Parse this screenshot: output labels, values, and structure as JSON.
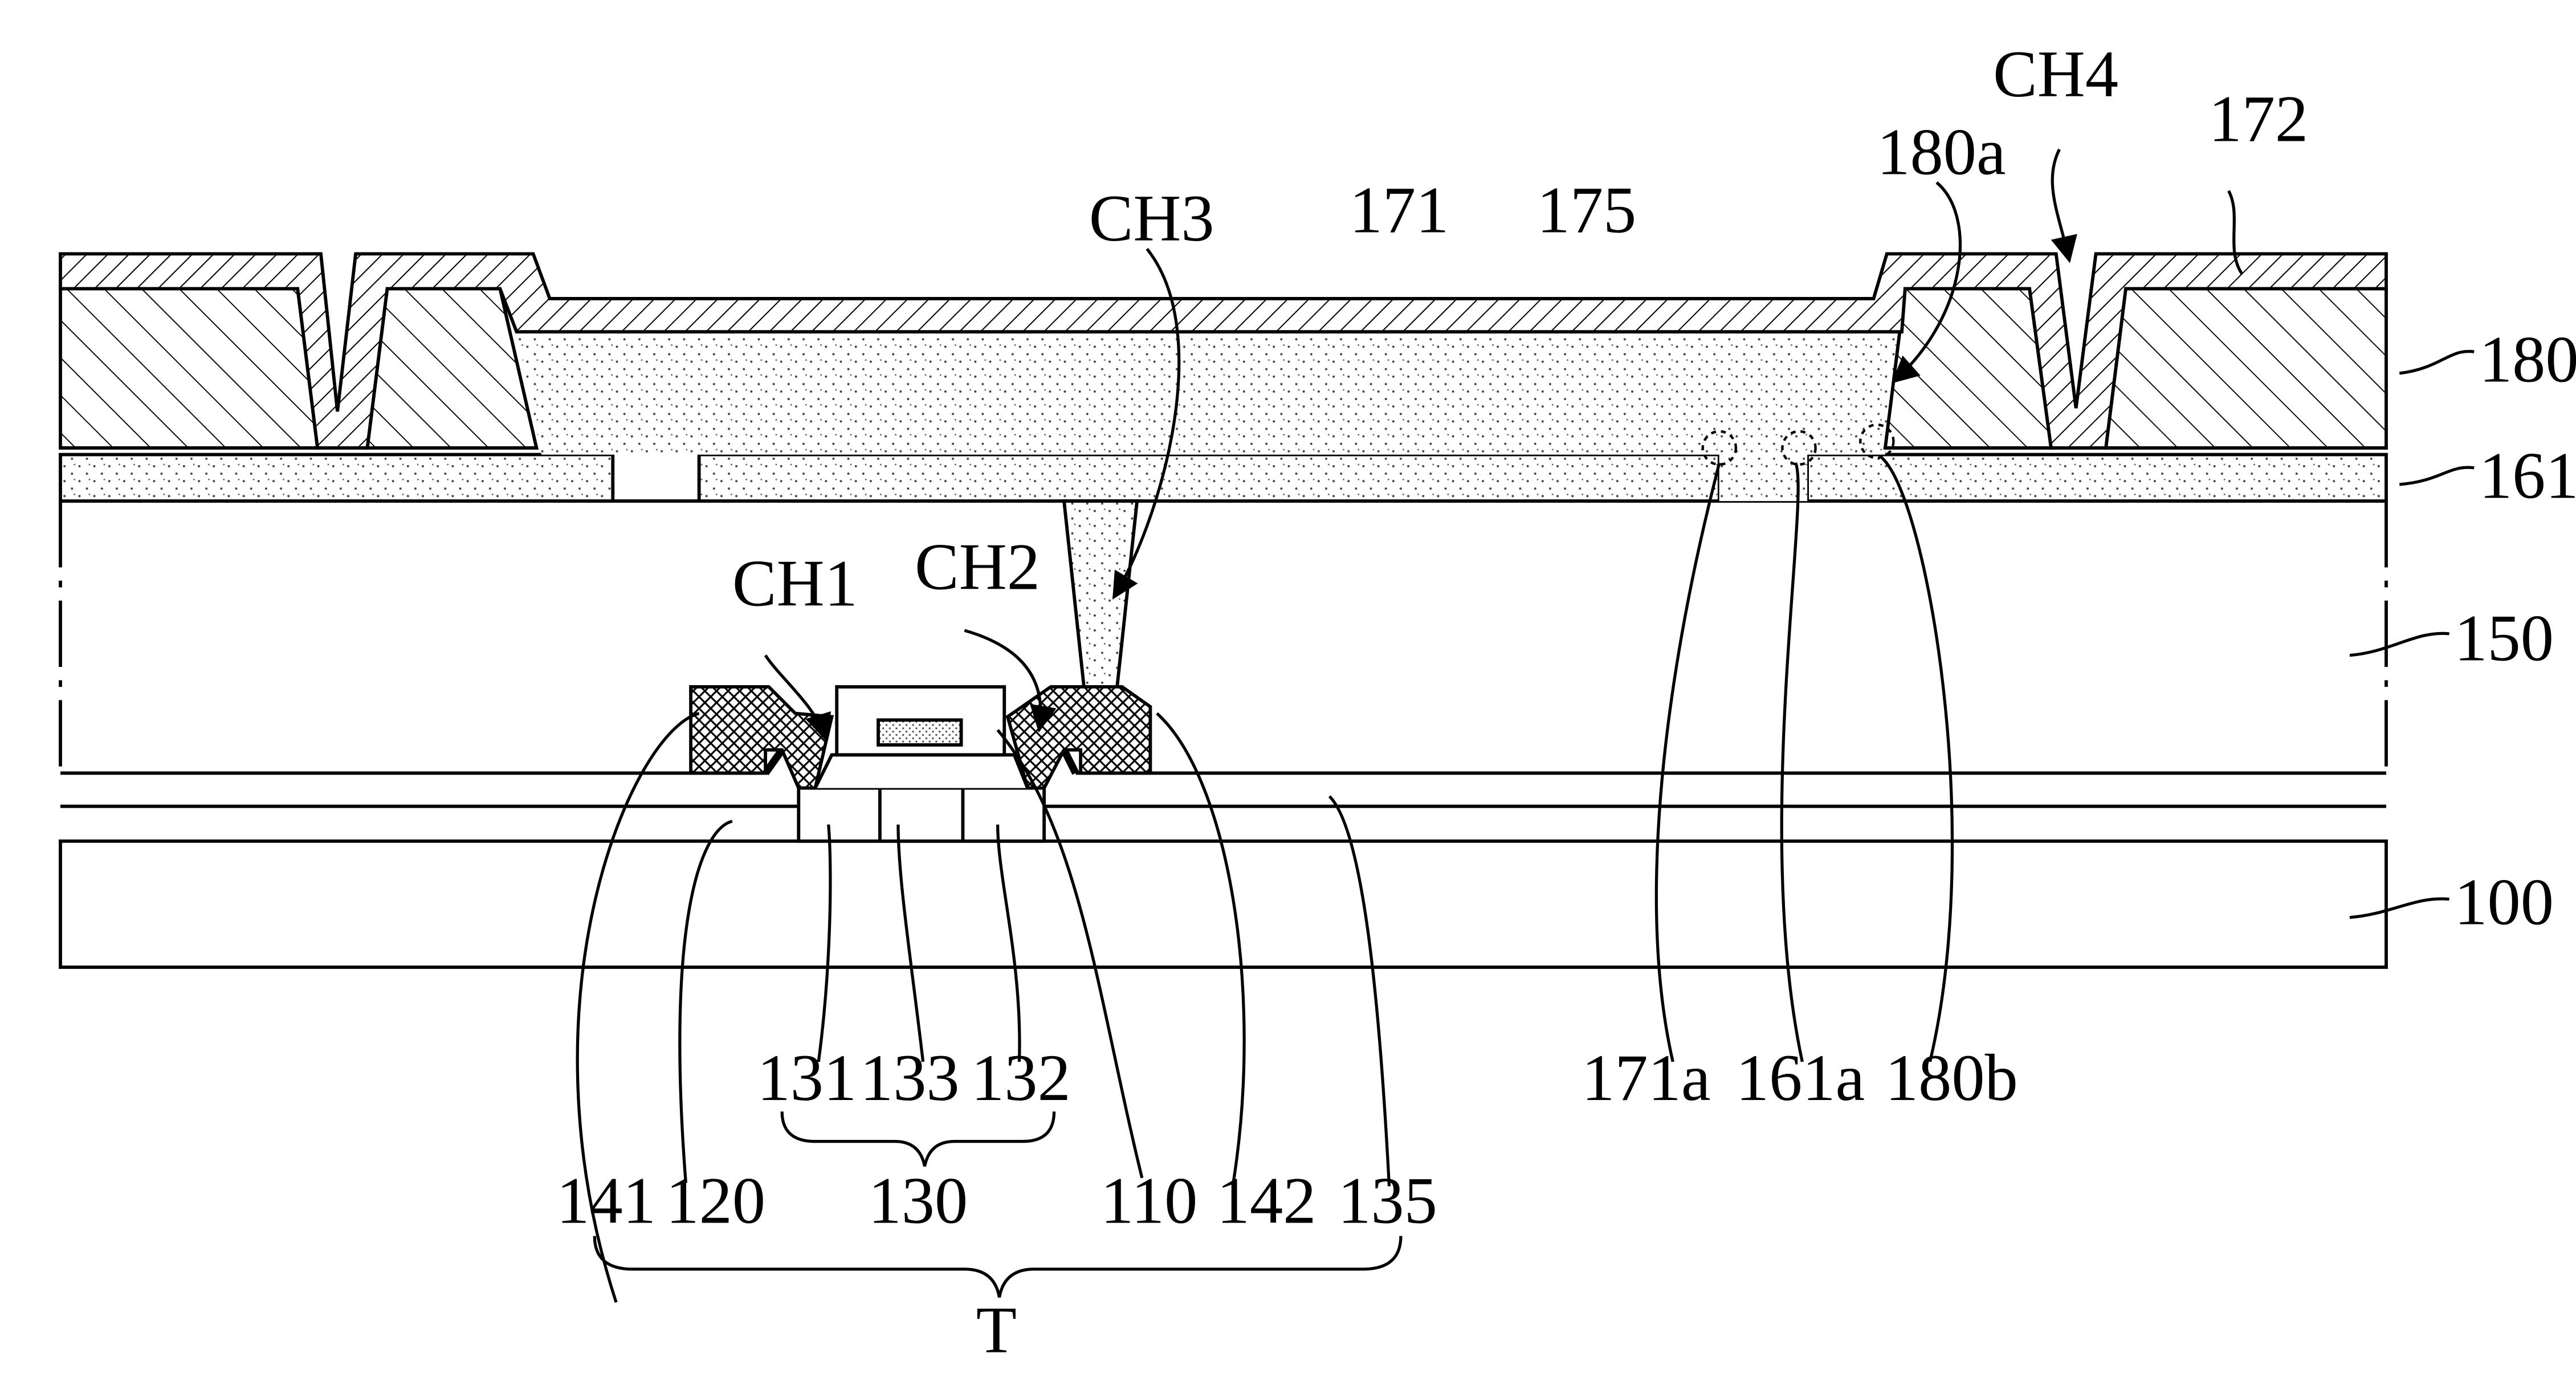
{
  "labels": {
    "ch1": "CH1",
    "ch2": "CH2",
    "ch3": "CH3",
    "ch4": "CH4",
    "l171": "171",
    "l175": "175",
    "l172": "172",
    "l180a": "180a",
    "l180": "180",
    "l161": "161",
    "l150": "150",
    "l100": "100",
    "l131": "131",
    "l133": "133",
    "l132": "132",
    "l130": "130",
    "l141": "141",
    "l120": "120",
    "l110": "110",
    "l142": "142",
    "l135": "135",
    "l171a": "171a",
    "l161a": "161a",
    "l180b": "180b",
    "T": "T"
  }
}
